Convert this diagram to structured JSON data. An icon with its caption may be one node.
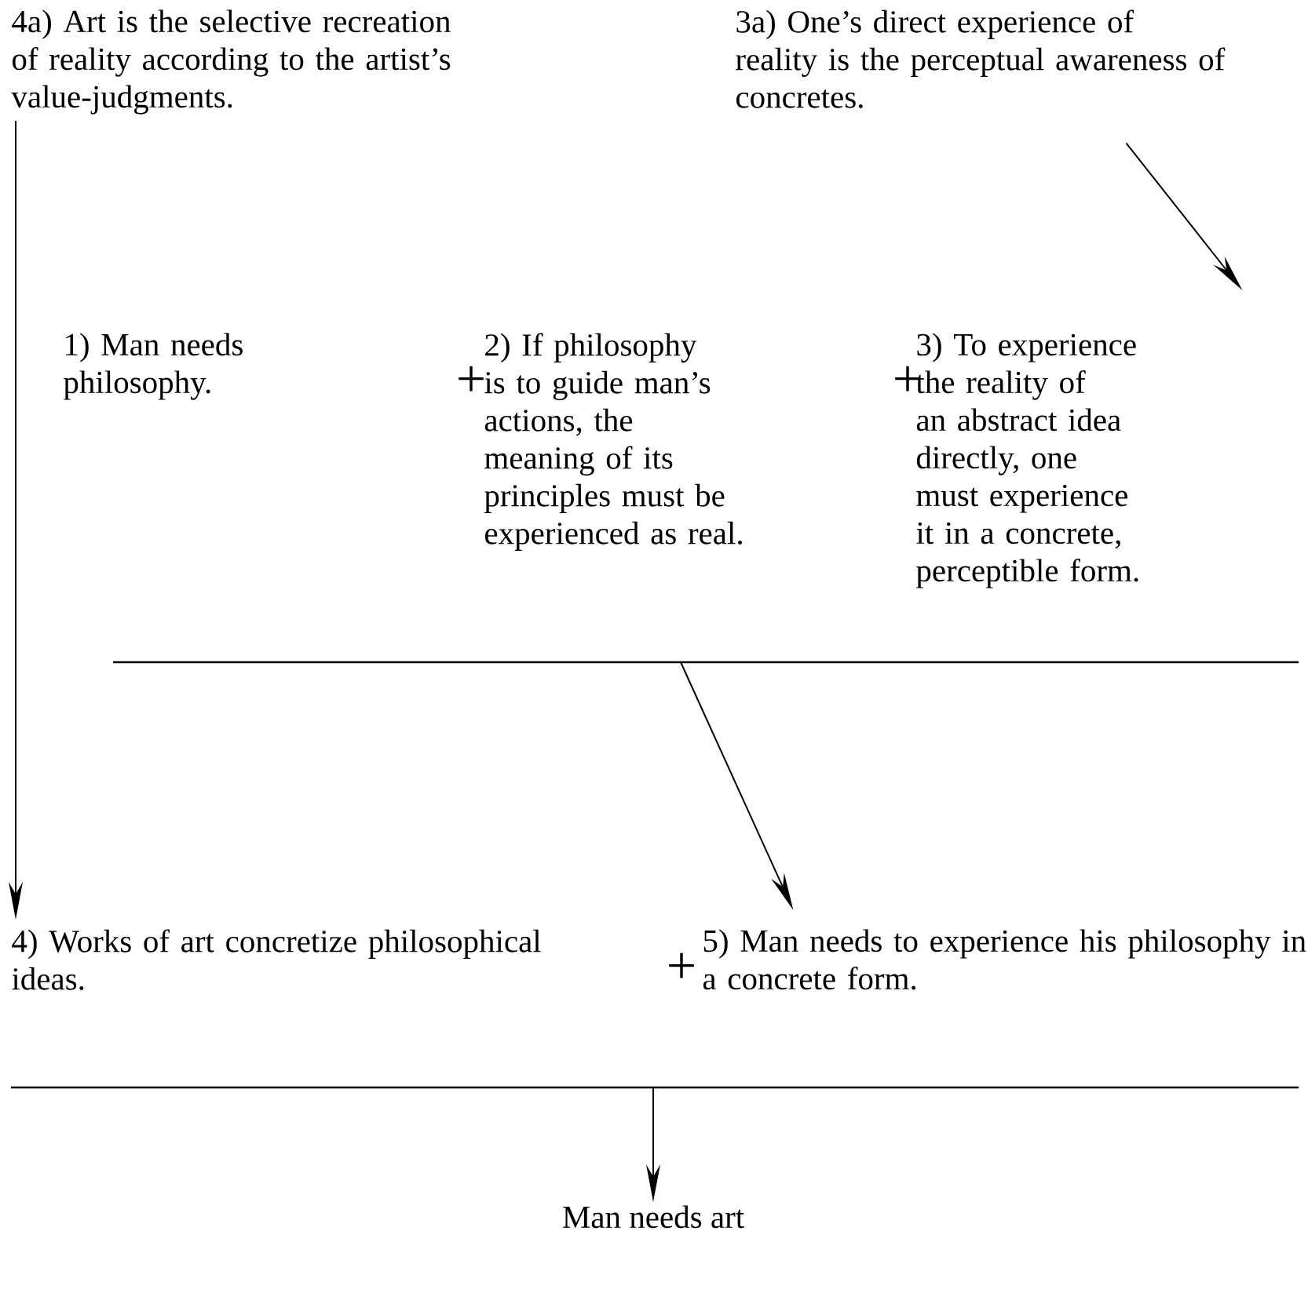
{
  "diagram": {
    "nodes": [
      {
        "text": [
          "4a) Art is the selective recreation of reality according to the artist’s value-judgments."
        ]
      },
      {
        "text": [
          "3a) One’s direct experience of reality is the perceptual awareness of concretes."
        ]
      },
      {
        "text": [
          "1) Man needs philosophy."
        ]
      },
      {
        "text": [
          "2) If philosophy is to guide man’s actions, the meaning of its principles must be experienced as real."
        ]
      },
      {
        "text": [
          "3) To experience the reality of an abstract idea directly, one must experience it in a concrete, perceptible form."
        ]
      },
      {
        "text": [],
        "shape": "bar"
      },
      {
        "text": [
          "4) Works of art concretize philosophical ideas."
        ]
      },
      {
        "text": [
          "5) Man needs to experience his philosophy in a concrete form."
        ]
      },
      {
        "text": [],
        "shape": "bar"
      },
      {
        "text": [
          "Man needs art"
        ]
      }
    ],
    "edges": [
      {
        "from": 0,
        "to": 6,
        "arrow": "to"
      },
      {
        "from": 1,
        "to": 4,
        "arrow": "to"
      },
      {
        "from": 5,
        "to": 7,
        "arrow": "to"
      },
      {
        "from": 8,
        "to": 9,
        "arrow": "to"
      }
    ],
    "labels": [
      "+",
      "+",
      "+"
    ]
  }
}
